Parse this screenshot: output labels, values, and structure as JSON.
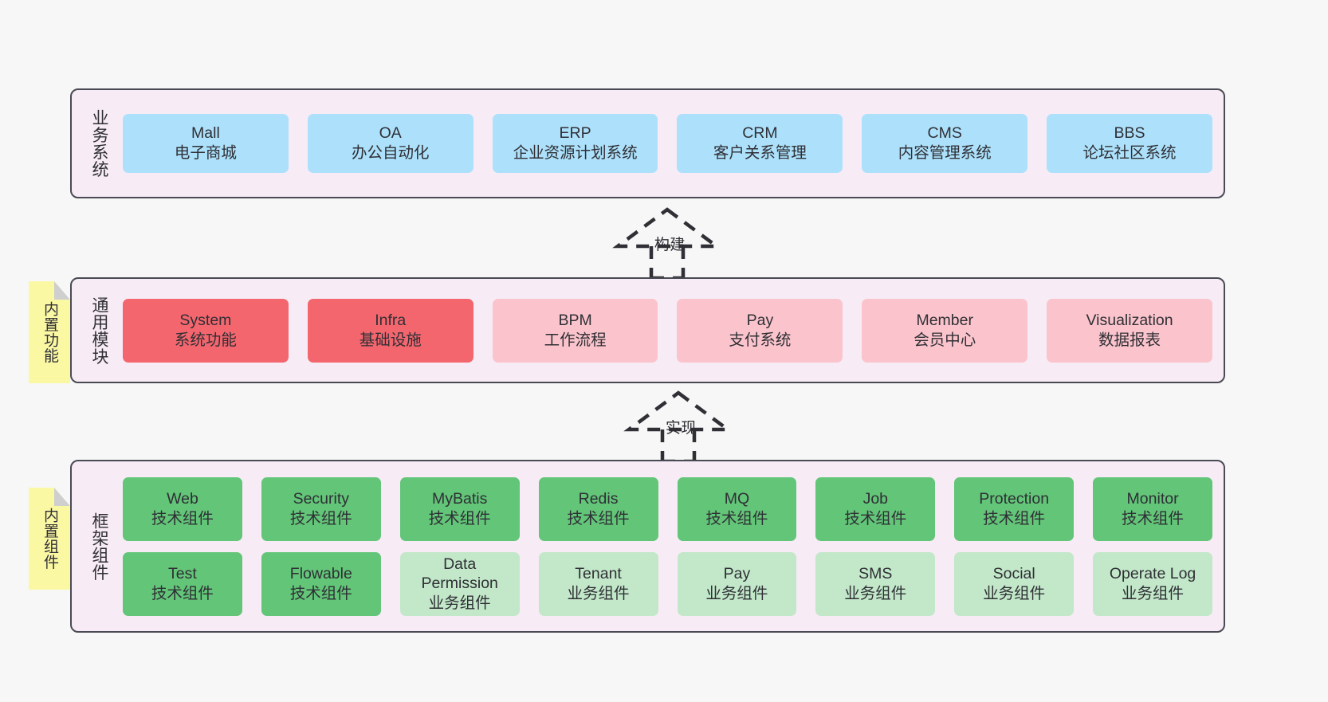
{
  "diagram": {
    "background_color": "#f7f7f7",
    "layer_fill": "#f7ebf5",
    "layer_border": "#4a4a55",
    "note_color": "#fbf8a4"
  },
  "layers": [
    {
      "id": "business",
      "label": "业务系统",
      "rows": [
        {
          "cards": [
            {
              "line1": "Mall",
              "line2": "电子商城",
              "color": "#ade1fb",
              "variant": "c-blue"
            },
            {
              "line1": "OA",
              "line2": "办公自动化",
              "color": "#ade1fb",
              "variant": "c-blue"
            },
            {
              "line1": "ERP",
              "line2": "企业资源计划系统",
              "color": "#ade1fb",
              "variant": "c-blue"
            },
            {
              "line1": "CRM",
              "line2": "客户关系管理",
              "color": "#ade1fb",
              "variant": "c-blue"
            },
            {
              "line1": "CMS",
              "line2": "内容管理系统",
              "color": "#ade1fb",
              "variant": "c-blue"
            },
            {
              "line1": "BBS",
              "line2": "论坛社区系统",
              "color": "#ade1fb",
              "variant": "c-blue"
            }
          ]
        }
      ]
    },
    {
      "id": "common",
      "label": "通用模块",
      "note": "内置功能",
      "rows": [
        {
          "cards": [
            {
              "line1": "System",
              "line2": "系统功能",
              "color": "#f4666e",
              "variant": "c-red"
            },
            {
              "line1": "Infra",
              "line2": "基础设施",
              "color": "#f4666e",
              "variant": "c-red"
            },
            {
              "line1": "BPM",
              "line2": "工作流程",
              "color": "#fbc4cc",
              "variant": "c-pink"
            },
            {
              "line1": "Pay",
              "line2": "支付系统",
              "color": "#fbc4cc",
              "variant": "c-pink"
            },
            {
              "line1": "Member",
              "line2": "会员中心",
              "color": "#fbc4cc",
              "variant": "c-pink"
            },
            {
              "line1": "Visualization",
              "line2": "数据报表",
              "color": "#fbc4cc",
              "variant": "c-pink"
            }
          ]
        }
      ]
    },
    {
      "id": "framework",
      "label": "框架组件",
      "note": "内置组件",
      "rows": [
        {
          "cards": [
            {
              "line1": "Web",
              "line2": "技术组件",
              "color": "#62c578",
              "variant": "c-green"
            },
            {
              "line1": "Security",
              "line2": "技术组件",
              "color": "#62c578",
              "variant": "c-green"
            },
            {
              "line1": "MyBatis",
              "line2": "技术组件",
              "color": "#62c578",
              "variant": "c-green"
            },
            {
              "line1": "Redis",
              "line2": "技术组件",
              "color": "#62c578",
              "variant": "c-green"
            },
            {
              "line1": "MQ",
              "line2": "技术组件",
              "color": "#62c578",
              "variant": "c-green"
            },
            {
              "line1": "Job",
              "line2": "技术组件",
              "color": "#62c578",
              "variant": "c-green"
            },
            {
              "line1": "Protection",
              "line2": "技术组件",
              "color": "#62c578",
              "variant": "c-green"
            },
            {
              "line1": "Monitor",
              "line2": "技术组件",
              "color": "#62c578",
              "variant": "c-green"
            }
          ]
        },
        {
          "cards": [
            {
              "line1": "Test",
              "line2": "技术组件",
              "color": "#62c578",
              "variant": "c-green"
            },
            {
              "line1": "Flowable",
              "line2": "技术组件",
              "color": "#62c578",
              "variant": "c-green"
            },
            {
              "line1": "Data Permission",
              "line2": "业务组件",
              "color": "#c2e8c9",
              "variant": "c-green-light"
            },
            {
              "line1": "Tenant",
              "line2": "业务组件",
              "color": "#c2e8c9",
              "variant": "c-green-light"
            },
            {
              "line1": "Pay",
              "line2": "业务组件",
              "color": "#c2e8c9",
              "variant": "c-green-light"
            },
            {
              "line1": "SMS",
              "line2": "业务组件",
              "color": "#c2e8c9",
              "variant": "c-green-light"
            },
            {
              "line1": "Social",
              "line2": "业务组件",
              "color": "#c2e8c9",
              "variant": "c-green-light"
            },
            {
              "line1": "Operate Log",
              "line2": "业务组件",
              "color": "#c2e8c9",
              "variant": "c-green-light"
            }
          ]
        }
      ]
    }
  ],
  "connectors": [
    {
      "id": "build",
      "label": "构建",
      "style": "dashed-generalization",
      "direction": "up"
    },
    {
      "id": "impl",
      "label": "实现",
      "style": "dashed-generalization",
      "direction": "up"
    }
  ]
}
